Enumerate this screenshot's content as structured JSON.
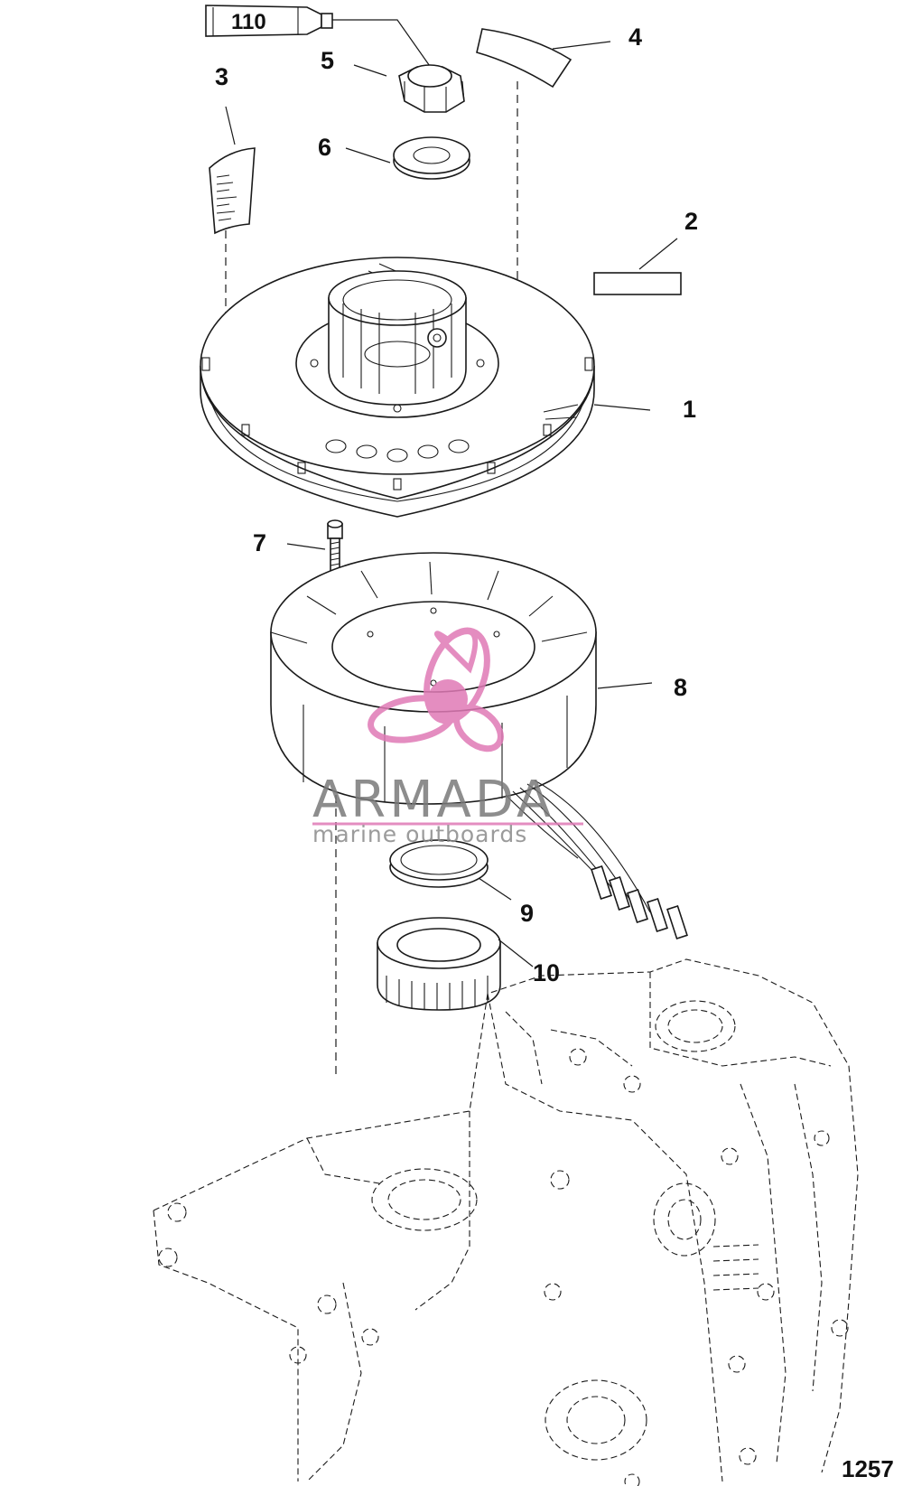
{
  "diagram": {
    "tube_label": "110",
    "callouts": [
      "1",
      "2",
      "3",
      "4",
      "5",
      "6",
      "7",
      "8",
      "9",
      "10"
    ],
    "figure_number": "1257"
  },
  "watermark": {
    "brand": "ARMADA",
    "tagline": "marine outboards",
    "accent_color": "#e07ab6",
    "logo": "propeller-logo-icon"
  }
}
